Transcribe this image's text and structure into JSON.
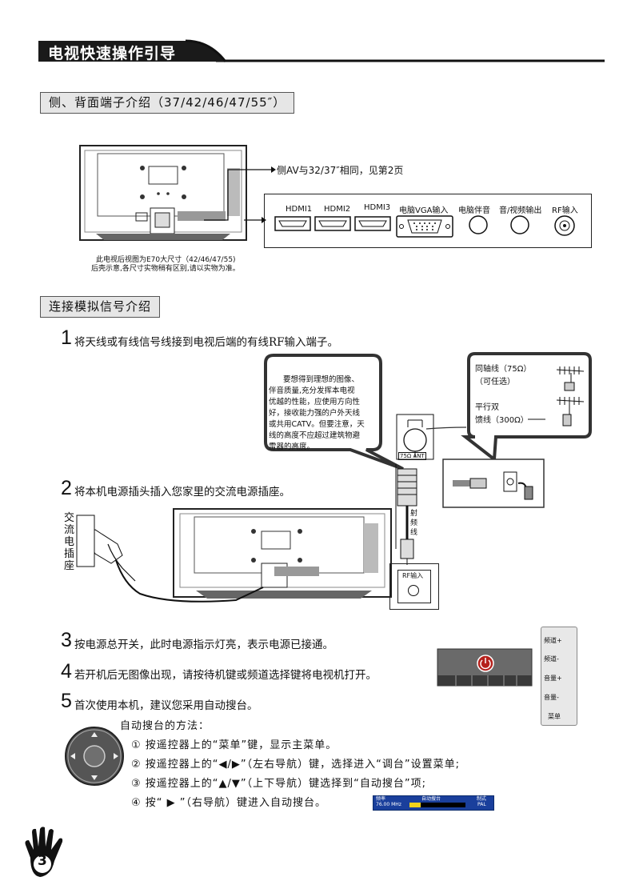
{
  "header": {
    "title": "电视快速操作引导"
  },
  "section1": {
    "title": "侧、背面端子介绍（37/42/46/47/55″）",
    "side_note": "侧AV与32/37″相同，见第2页",
    "caption_line1": "此电视后视图为E70大尺寸（42/46/47/55)",
    "caption_line2": "后壳示意,各尺寸实物稍有区别,请以实物为准。",
    "ports": {
      "hdmi1": "HDMI1",
      "hdmi2": "HDMI2",
      "hdmi3": "HDMI3",
      "vga": "电脑VGA输入",
      "pc_audio": "电脑伴音",
      "av_out": "音/视频输出",
      "rf": "RF输入"
    }
  },
  "section2": {
    "title": "连接模拟信号介绍",
    "steps": [
      {
        "num": "1",
        "text": "将天线或有线信号线接到电视后端的有线RF输入端子。"
      },
      {
        "num": "2",
        "text": "将本机电源插头插入您家里的交流电源插座。"
      },
      {
        "num": "3",
        "text": "按电源总开关，此时电源指示灯亮，表示电源已接通。"
      },
      {
        "num": "4",
        "text": "若开机后无图像出现，请按待机键或频道选择键将电视机打开。"
      },
      {
        "num": "5",
        "text": "首次使用本机，建议您采用自动搜台。"
      }
    ],
    "bubble_lines": [
      "要想得到理想的图像、",
      "伴音质量,充分发挥本电视",
      "优越的性能，应使用方向性",
      "好，接收能力强的户外天线",
      "或共用CATV。但要注意，天",
      "线的高度不应超过建筑物避",
      "雷器的高度。"
    ],
    "coax_line1": "同轴线（75Ω）",
    "coax_line2": "（可任选）",
    "twin_line1": "平行双",
    "twin_line2": "馈线（300Ω）",
    "ant_label": "75Ω ANT",
    "cable_label": [
      "射",
      "频",
      "线"
    ],
    "rf_box_label": "RF输入",
    "outlet_label": [
      "交",
      "流",
      "电",
      "插",
      "座"
    ],
    "side_buttons": [
      "频道+",
      "频道-",
      "音量+",
      "音量-",
      "菜单"
    ],
    "auto_search": {
      "title": "自动搜台的方法：",
      "items": [
        "① 按遥控器上的“菜单”键，显示主菜单。",
        "② 按遥控器上的“◀/▶”（左右导航）键，选择进入“调台”设置菜单;",
        "③ 按遥控器上的“▲/▼”（上下导航）键选择到“自动搜台”项;",
        "④ 按“ ▶ ”（右导航）键进入自动搜台。"
      ],
      "osd": {
        "col1": "频率",
        "col2": "自动搜台",
        "col3": "制式",
        "freq": "76.00 MHz",
        "system": "PAL"
      }
    }
  },
  "footer": {
    "page": "3"
  }
}
